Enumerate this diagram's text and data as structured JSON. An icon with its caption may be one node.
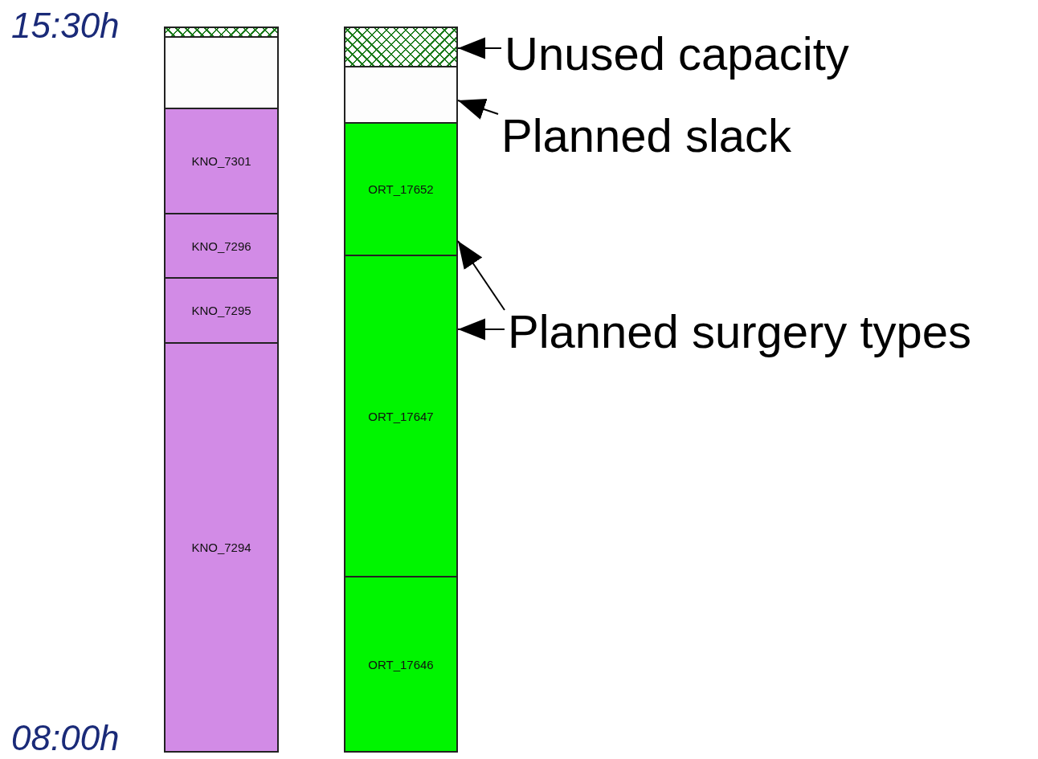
{
  "diagram": {
    "nodes": [
      {
        "text": [],
        "shape": "box"
      },
      {
        "text": [],
        "shape": "box"
      },
      {
        "text": [
          "KNO_7301"
        ]
      },
      {
        "text": [
          "KNO_7296"
        ]
      },
      {
        "text": [
          "KNO_7295"
        ]
      },
      {
        "text": [
          "KNO_7294"
        ]
      },
      {
        "text": [],
        "shape": "box"
      },
      {
        "text": [],
        "shape": "box"
      },
      {
        "text": [
          "ORT_17652"
        ]
      },
      {
        "text": [
          "ORT_17647"
        ]
      },
      {
        "text": [
          "ORT_17646"
        ]
      },
      {
        "text": [
          "Unused capacity"
        ]
      },
      {
        "text": [
          "Planned slack"
        ]
      },
      {
        "text": [
          "Planned surgery types"
        ]
      }
    ],
    "edges": [
      {
        "from": 11,
        "to": 6,
        "arrow": "to"
      },
      {
        "from": 12,
        "to": 7,
        "arrow": "to"
      },
      {
        "from": 13,
        "to": 8,
        "arrow": "to"
      },
      {
        "from": 13,
        "to": 9,
        "arrow": "to"
      }
    ],
    "labels": [
      "15:30h",
      "08:00h"
    ]
  }
}
